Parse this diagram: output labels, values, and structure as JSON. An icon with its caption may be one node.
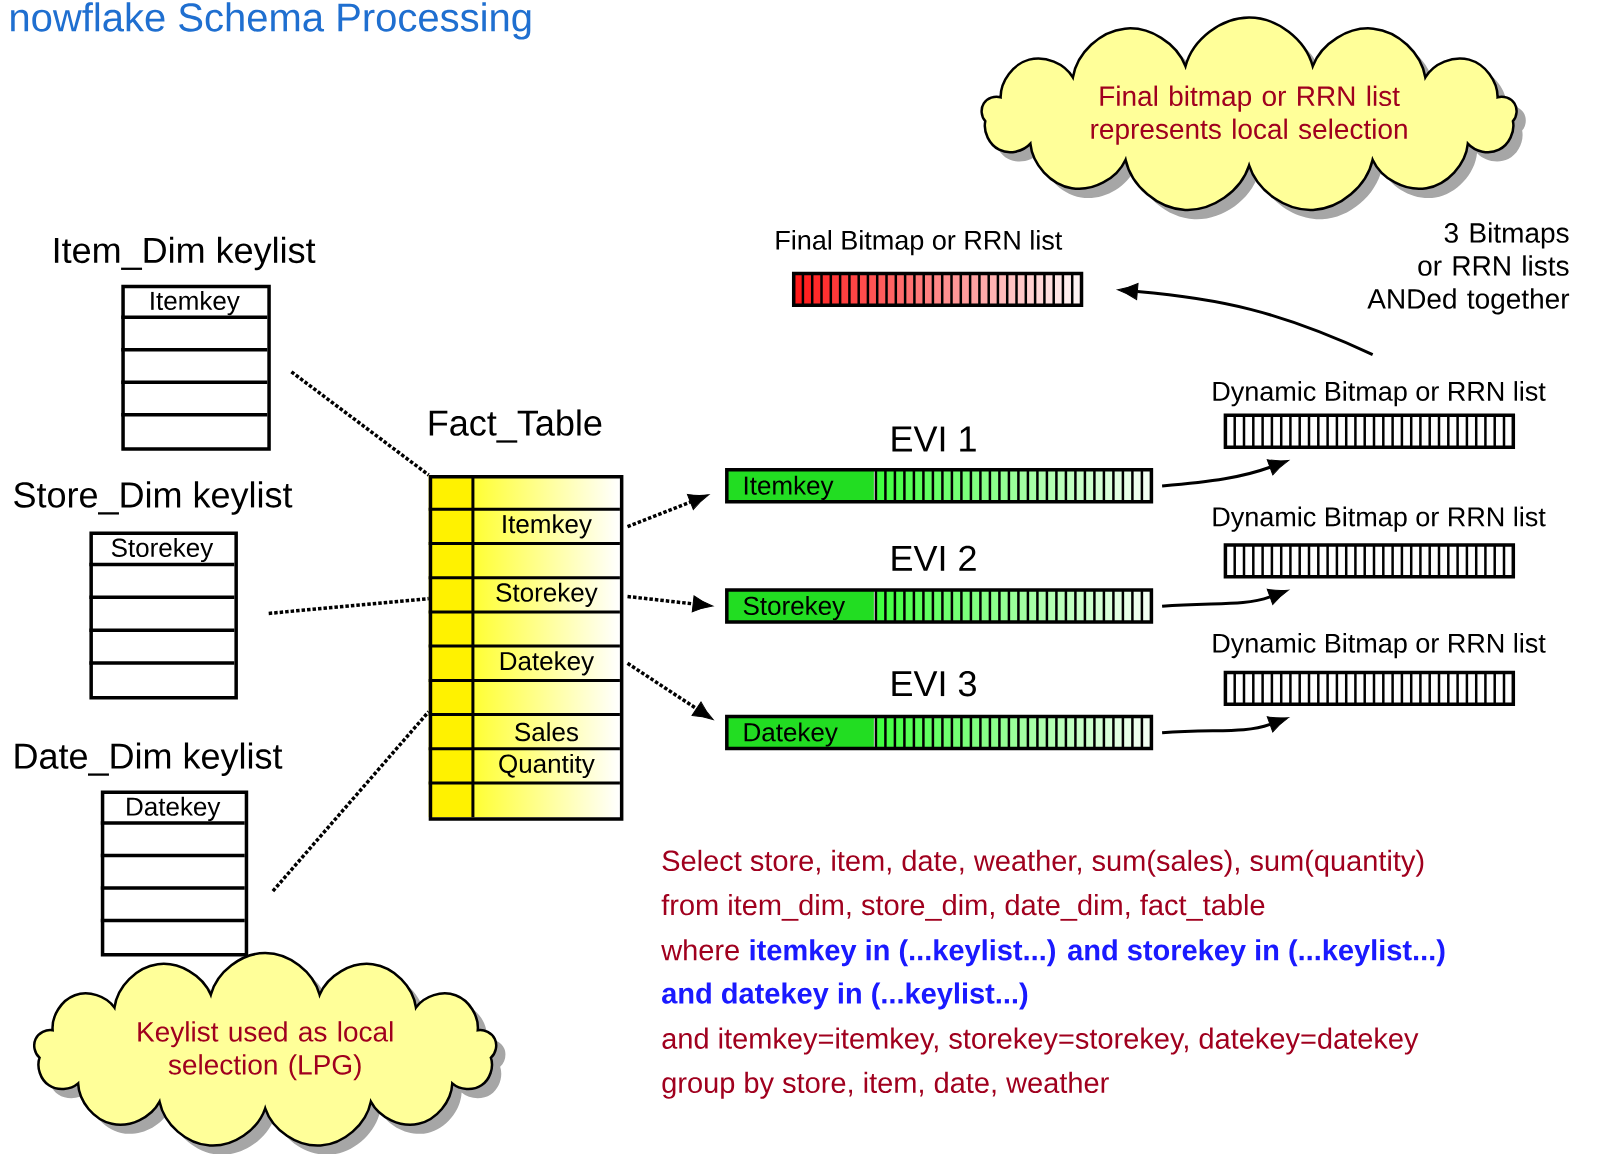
{
  "diagram": {
    "title": "nowflake Schema Processing",
    "nodes": [
      {
        "text": [
          "Item_Dim keylist",
          "Itemkey"
        ]
      },
      {
        "text": [
          "Store_Dim keylist",
          "Storekey"
        ]
      },
      {
        "text": [
          "Date_Dim keylist",
          "Datekey"
        ]
      },
      {
        "text": [
          "Fact_Table",
          "Itemkey",
          "Storekey",
          "Datekey",
          "Sales",
          "Quantity"
        ]
      },
      {
        "text": [
          "EVI 1",
          "Itemkey"
        ]
      },
      {
        "text": [
          "EVI 2",
          "Storekey"
        ]
      },
      {
        "text": [
          "EVI 3",
          "Datekey"
        ]
      },
      {
        "text": [
          "Dynamic Bitmap or RRN list"
        ]
      },
      {
        "text": [
          "Dynamic Bitmap or RRN list"
        ]
      },
      {
        "text": [
          "Dynamic Bitmap or RRN list"
        ]
      },
      {
        "text": [
          "Final Bitmap or RRN list"
        ]
      },
      {
        "text": [
          "Final bitmap or RRN list represents local selection"
        ]
      },
      {
        "text": [
          "Keylist used as local selection (LPG)"
        ]
      }
    ],
    "edges": [
      {
        "from": 0,
        "to": 3,
        "arrow": "none",
        "style": "dashed"
      },
      {
        "from": 1,
        "to": 3,
        "arrow": "none",
        "style": "dashed"
      },
      {
        "from": 2,
        "to": 3,
        "arrow": "none",
        "style": "dashed"
      },
      {
        "from": 3,
        "to": 4,
        "arrow": "to",
        "style": "dashed"
      },
      {
        "from": 3,
        "to": 5,
        "arrow": "to",
        "style": "dashed"
      },
      {
        "from": 3,
        "to": 6,
        "arrow": "to",
        "style": "dashed"
      },
      {
        "from": 4,
        "to": 7,
        "arrow": "to"
      },
      {
        "from": 5,
        "to": 8,
        "arrow": "to"
      },
      {
        "from": 6,
        "to": 9,
        "arrow": "to"
      },
      {
        "from": 7,
        "to": 10,
        "arrow": "to"
      }
    ],
    "labels": [
      "3 Bitmaps or RRN lists ANDed together",
      "Select store, item, date, weather, sum(sales), sum(quantity)",
      "from item_dim, store_dim, date_dim, fact_table",
      "where",
      "itemkey in (...keylist...) and storekey in (...keylist...)",
      "and datekey in (...keylist...)",
      "and itemkey=itemkey, storekey=storekey, datekey=datekey",
      "group by store, item, date, weather"
    ]
  }
}
